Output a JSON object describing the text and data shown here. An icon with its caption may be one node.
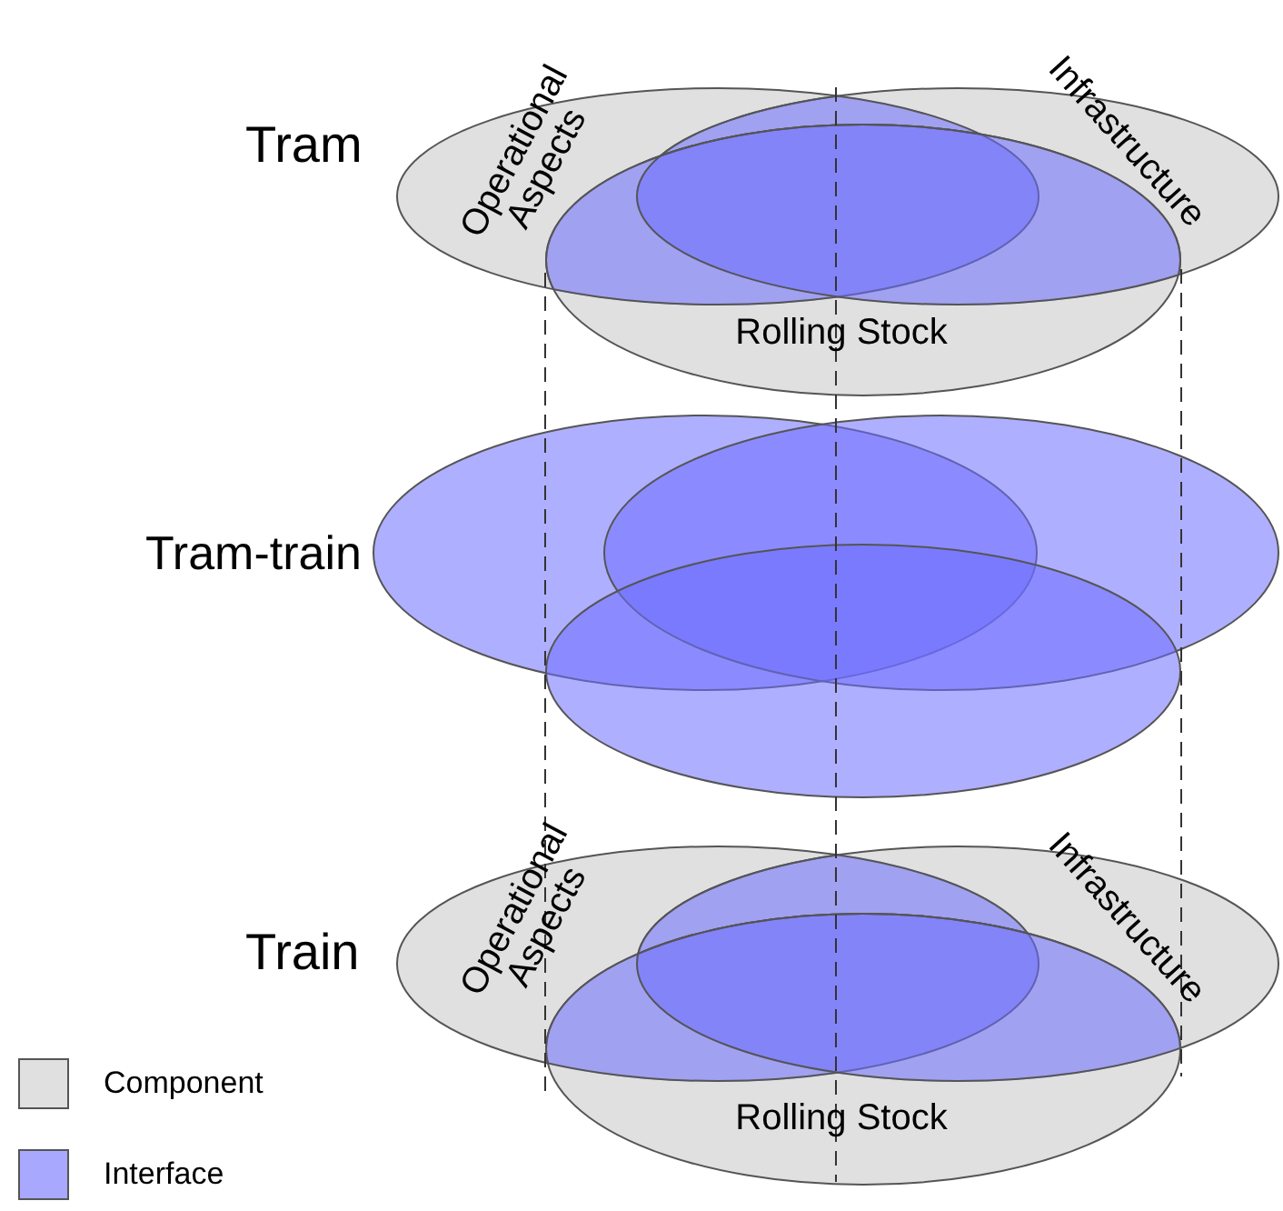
{
  "diagram": {
    "nodes": [
      {
        "text": [
          "Operational Aspects"
        ]
      },
      {
        "text": [
          "Infrastructure"
        ]
      },
      {
        "text": [
          "Rolling Stock"
        ]
      },
      {
        "text": [],
        "shape": "ellipse"
      },
      {
        "text": [],
        "shape": "ellipse"
      },
      {
        "text": [],
        "shape": "ellipse"
      },
      {
        "text": [
          "Operational Aspects"
        ]
      },
      {
        "text": [
          "Infrastructure"
        ]
      },
      {
        "text": [
          "Rolling Stock"
        ]
      }
    ],
    "edges": [],
    "labels": [
      "Tram",
      "Tram-train",
      "Train"
    ],
    "legend": [
      {
        "text": "Component",
        "color": "#e0e0e0"
      },
      {
        "text": "Interface",
        "color": "#a8a8ff"
      }
    ]
  }
}
